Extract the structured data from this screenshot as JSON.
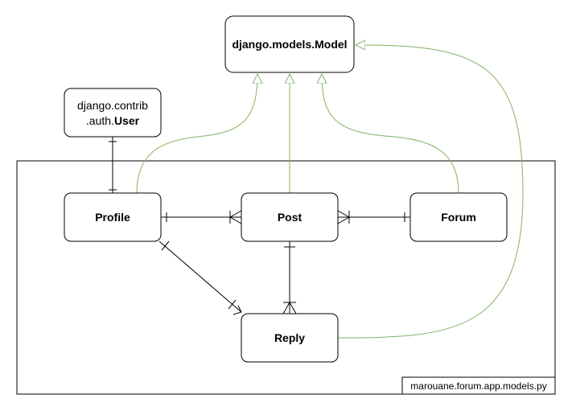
{
  "colors": {
    "stroke": "#000000",
    "inheritance": "#82b366",
    "background": "#ffffff"
  },
  "nodes": {
    "model": {
      "label": "django.models.Model"
    },
    "user": {
      "line1": "django.contrib",
      "line2_prefix": ".auth.",
      "line2_bold": "User"
    },
    "profile": {
      "label": "Profile"
    },
    "post": {
      "label": "Post"
    },
    "forum": {
      "label": "Forum"
    },
    "reply": {
      "label": "Reply"
    }
  },
  "package": {
    "label": "marouane.forum.app.models.py"
  },
  "relations": [
    {
      "from": "profile",
      "to": "model",
      "kind": "inheritance"
    },
    {
      "from": "post",
      "to": "model",
      "kind": "inheritance"
    },
    {
      "from": "forum",
      "to": "model",
      "kind": "inheritance"
    },
    {
      "from": "reply",
      "to": "model",
      "kind": "inheritance"
    },
    {
      "from": "user",
      "to": "profile",
      "kind": "one-to-one"
    },
    {
      "from": "profile",
      "to": "post",
      "kind": "one-to-many"
    },
    {
      "from": "forum",
      "to": "post",
      "kind": "one-to-many"
    },
    {
      "from": "post",
      "to": "reply",
      "kind": "one-to-many"
    },
    {
      "from": "profile",
      "to": "reply",
      "kind": "one-to-many"
    }
  ]
}
